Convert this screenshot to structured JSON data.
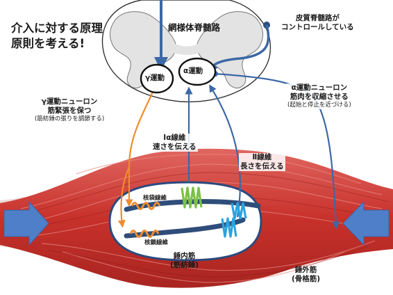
{
  "title_note": {
    "line1": "介入に対する原理",
    "line2": "原則を考える!"
  },
  "spinal_cord": {
    "tract_label": "網様体脊髄路",
    "gamma_neuron": "γ運動",
    "alpha_neuron": "α運動"
  },
  "cortex": {
    "line1": "皮質脊髄路が",
    "line2": "コントロールしている"
  },
  "gamma_description": {
    "line1": "γ運動ニューロン",
    "line2": "筋緊張を保つ",
    "note": "(筋紡錘の張りを調節する)"
  },
  "alpha_description": {
    "line1": "α運動ニューロン",
    "line2": "筋肉を収縮させる",
    "note": "(起始と停止を近づける)"
  },
  "fiber_1a": {
    "line1": "Ⅰα線維",
    "line2": "速さを伝える"
  },
  "fiber_2": {
    "line1": "Ⅱ線維",
    "line2": "長さを伝える"
  },
  "spindle": {
    "nuclear_bag": "核袋線維",
    "nuclear_chain": "核鎖線維",
    "name_line1": "錘内筋",
    "name_line2": "(筋紡錘)"
  },
  "extrafusal": {
    "line1": "錘外筋",
    "line2": "(骨格筋)"
  },
  "colors": {
    "muscle": "#c8312b",
    "muscle_dark": "#9e1d1a",
    "muscle_light": "#e4716a",
    "tendon": "#ecdcdc",
    "nerve_blue": "#3c68a6",
    "gamma_orange": "#f08c2c",
    "green_coil": "#7ac142",
    "blue_coil": "#29a3e0",
    "bag_fiber": "#2f4d7a",
    "arrow_blue": "#4f7fc8",
    "grey_matter": "#e3e3e3"
  }
}
